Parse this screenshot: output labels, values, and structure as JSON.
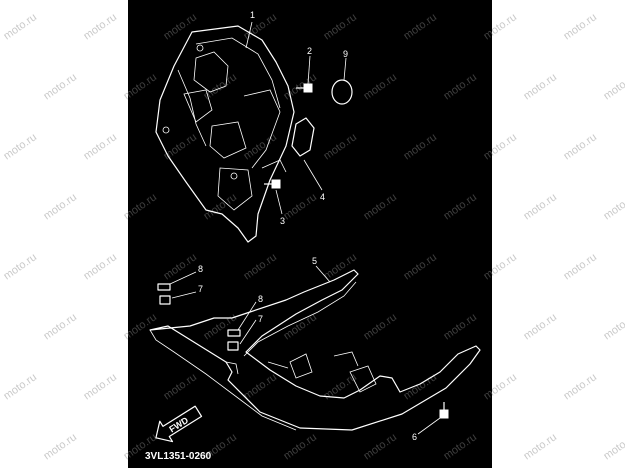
{
  "diagram": {
    "callouts": {
      "c1": "1",
      "c2": "2",
      "c3": "3",
      "c4": "4",
      "c5": "5",
      "c6": "6",
      "c7a": "7",
      "c7b": "7",
      "c8a": "8",
      "c8b": "8",
      "c9": "9"
    },
    "direction_label": "FWD",
    "drawing_code": "3VL1351-0260",
    "watermark_text": "moto.ru",
    "colors": {
      "background": "#000000",
      "lines": "#ffffff",
      "margin": "#ffffff",
      "watermark": "#8a8a8a"
    }
  }
}
